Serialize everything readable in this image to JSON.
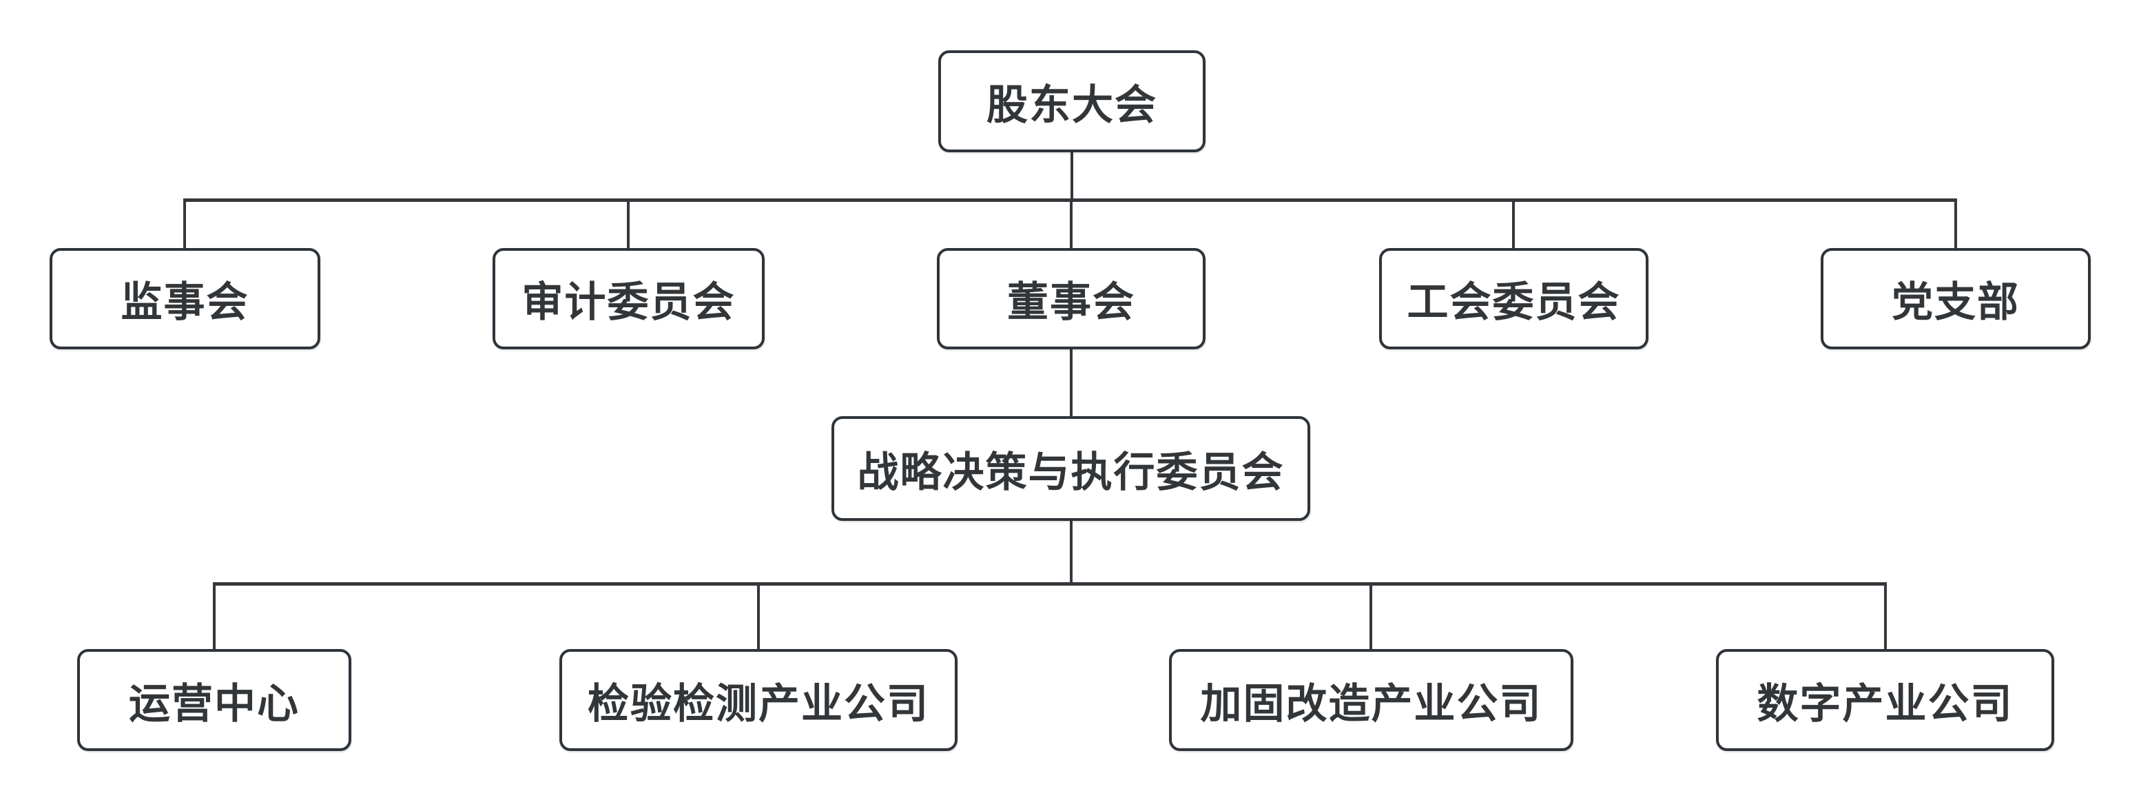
{
  "org_chart": {
    "root": {
      "label": "股东大会"
    },
    "level2": [
      {
        "label": "监事会"
      },
      {
        "label": "审计委员会"
      },
      {
        "label": "董事会"
      },
      {
        "label": "工会委员会"
      },
      {
        "label": "党支部"
      }
    ],
    "level3": {
      "label": "战略决策与执行委员会"
    },
    "level4": [
      {
        "label": "运营中心"
      },
      {
        "label": "检验检测产业公司"
      },
      {
        "label": "加固改造产业公司"
      },
      {
        "label": "数字产业公司"
      }
    ],
    "structure": {
      "edges": [
        {
          "from": "股东大会",
          "to": "监事会"
        },
        {
          "from": "股东大会",
          "to": "审计委员会"
        },
        {
          "from": "股东大会",
          "to": "董事会"
        },
        {
          "from": "股东大会",
          "to": "工会委员会"
        },
        {
          "from": "股东大会",
          "to": "党支部"
        },
        {
          "from": "董事会",
          "to": "战略决策与执行委员会"
        },
        {
          "from": "战略决策与执行委员会",
          "to": "运营中心"
        },
        {
          "from": "战略决策与执行委员会",
          "to": "检验检测产业公司"
        },
        {
          "from": "战略决策与执行委员会",
          "to": "加固改造产业公司"
        },
        {
          "from": "战略决策与执行委员会",
          "to": "数字产业公司"
        }
      ]
    },
    "colors": {
      "background": "#ffffff",
      "node_fill": "#ffffff",
      "node_border": "#2f343a",
      "connector": "#34383d",
      "text": "#333639"
    }
  }
}
